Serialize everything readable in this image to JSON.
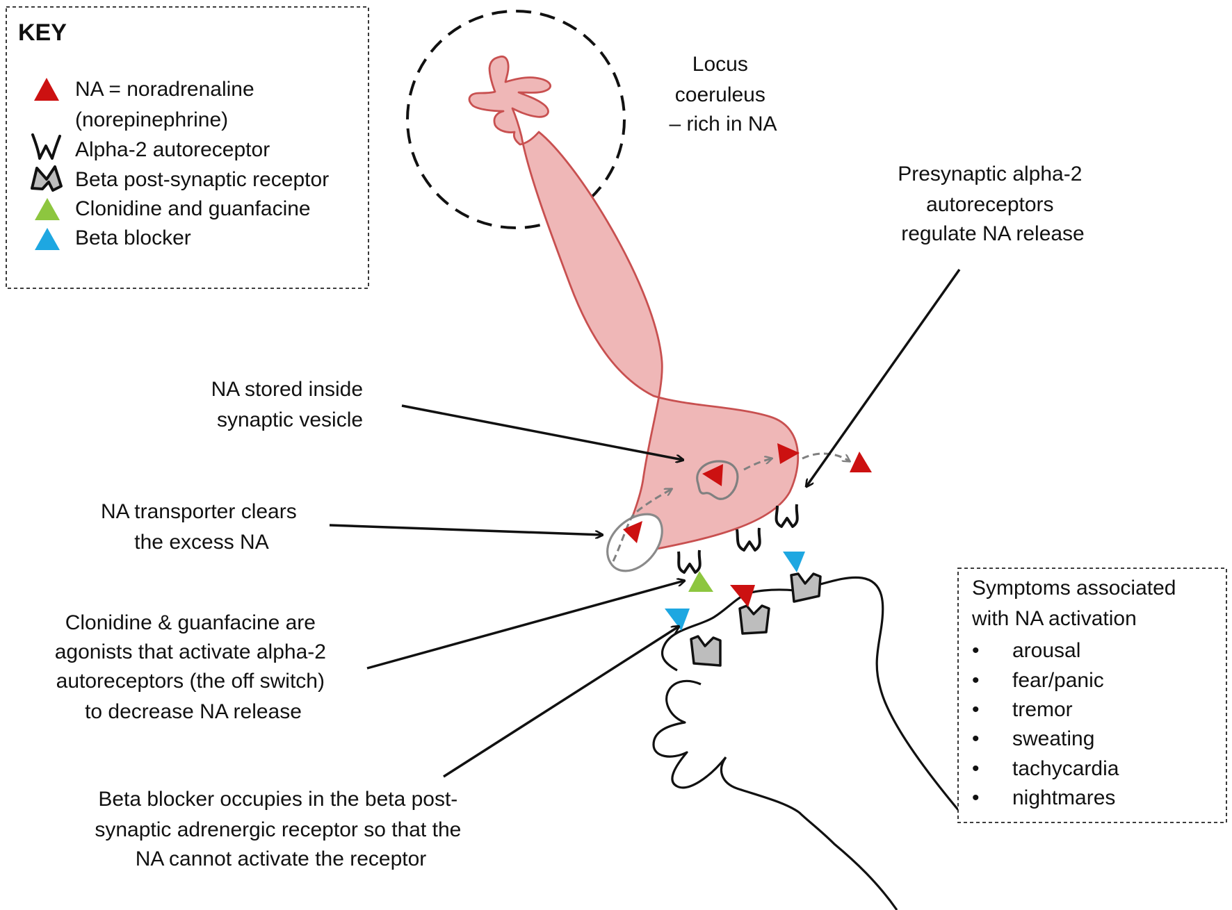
{
  "key": {
    "title": "KEY",
    "items": [
      {
        "symbol": "red-triangle",
        "text_lines": [
          "NA = noradrenaline",
          "(norepinephrine)"
        ]
      },
      {
        "symbol": "alpha2-autoreceptor",
        "text_lines": [
          "Alpha-2 autoreceptor"
        ]
      },
      {
        "symbol": "beta-receptor",
        "text_lines": [
          "Beta post-synaptic receptor"
        ]
      },
      {
        "symbol": "green-triangle",
        "text_lines": [
          "Clonidine and guanfacine"
        ]
      },
      {
        "symbol": "blue-triangle",
        "text_lines": [
          "Beta blocker"
        ]
      }
    ]
  },
  "labels": {
    "locus": [
      "Locus",
      "coeruleus",
      "– rich in NA"
    ],
    "presynaptic": [
      "Presynaptic alpha-2",
      "autoreceptors",
      "regulate NA release"
    ],
    "vesicle": [
      "NA stored inside",
      "synaptic vesicle"
    ],
    "transporter": [
      "NA transporter clears",
      "the excess NA"
    ],
    "clonidine": [
      "Clonidine & guanfacine are",
      "agonists that activate alpha-2",
      "autoreceptors (the off switch)",
      "to decrease NA release"
    ],
    "betablocker": [
      "Beta blocker occupies in the beta post-",
      "synaptic adrenergic receptor so that the",
      "NA cannot activate the receptor"
    ]
  },
  "symptoms": {
    "heading_lines": [
      "Symptoms associated",
      "with NA activation"
    ],
    "bullet": "•",
    "items": [
      "arousal",
      "fear/panic",
      "tremor",
      "sweating",
      "tachycardia",
      "nightmares"
    ]
  },
  "colors": {
    "neuron_fill": "#efb7b7",
    "neuron_stroke": "#c85050",
    "na_red": "#cc1111",
    "agonist_green": "#8dc63f",
    "blocker_blue": "#1ea7e1",
    "receptor_gray": "#bdbdbd",
    "dashed_path": "#808080"
  }
}
